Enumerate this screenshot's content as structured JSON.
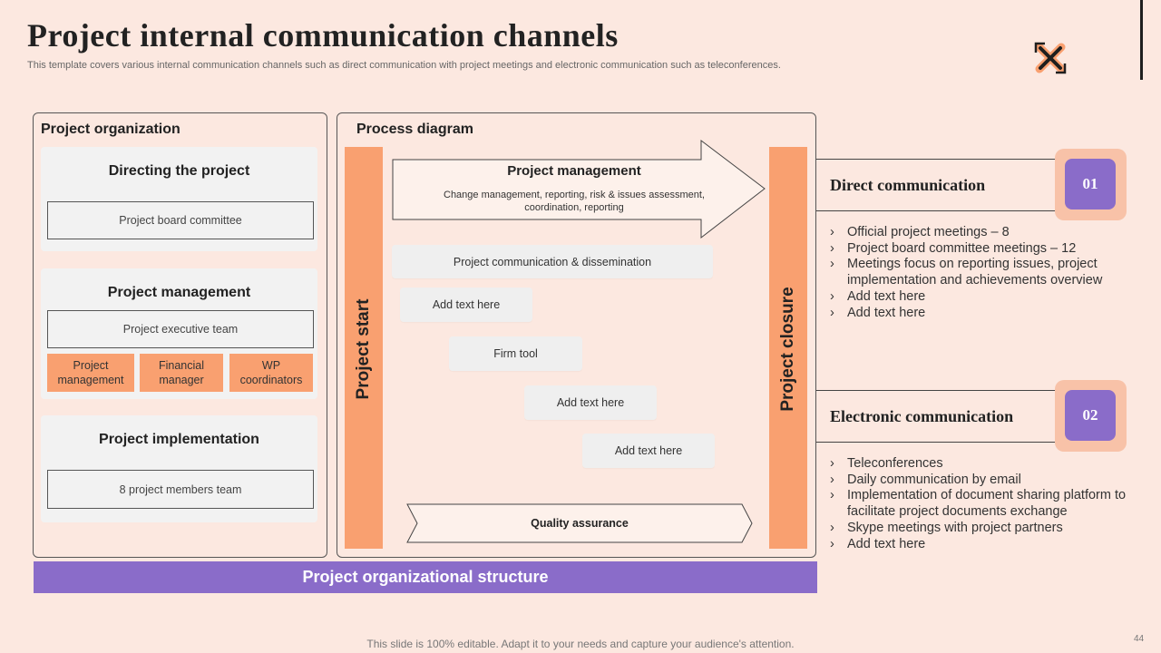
{
  "header": {
    "title": "Project internal communication channels",
    "subtitle": "This template covers various internal communication channels such as direct communication with project meetings and electronic communication such as teleconferences."
  },
  "organization": {
    "title": "Project organization",
    "directing": {
      "title": "Directing the project",
      "box": "Project board committee"
    },
    "management": {
      "title": "Project management",
      "box": "Project executive team",
      "roles": [
        "Project\nmanagement",
        "Financial\nmanager",
        "WP\ncoordinators"
      ]
    },
    "implementation": {
      "title": "Project implementation",
      "box": "8 project members team"
    }
  },
  "process": {
    "title": "Process diagram",
    "start_label": "Project start",
    "closure_label": "Project closure",
    "arrow_title": "Project management",
    "arrow_text_1": "Change management, reporting, risk & issues assessment,",
    "arrow_text_2": "coordination, reporting",
    "steps": [
      "Project communication & dissemination",
      "Add text here",
      "Firm tool",
      "Add text here",
      "Add text here"
    ],
    "quality": "Quality assurance"
  },
  "bottom_bar": "Project organizational structure",
  "channels": [
    {
      "title": "Direct communication",
      "number": "01",
      "bullets": [
        "Official project meetings – 8",
        "Project board committee meetings – 12",
        "Meetings focus on reporting issues, project implementation and achievements overview",
        "Add text here",
        "Add text here"
      ]
    },
    {
      "title": "Electronic communication",
      "number": "02",
      "bullets": [
        "Teleconferences",
        "Daily communication by email",
        "Implementation of document sharing platform to facilitate project documents exchange",
        "Skype meetings with project partners",
        "Add text here"
      ]
    }
  ],
  "footer": "This slide is 100% editable. Adapt it to your needs and capture your audience's attention.",
  "page_number": "44",
  "colors": {
    "background": "#FCE8E0",
    "orange": "#F9A070",
    "purple": "#8A6CC9",
    "card": "#F2F2F2",
    "badge_ring": "#F8C2A8"
  },
  "icons": {
    "logo": "crossed-arrows-icon",
    "bullet": "chevron-right-icon"
  }
}
